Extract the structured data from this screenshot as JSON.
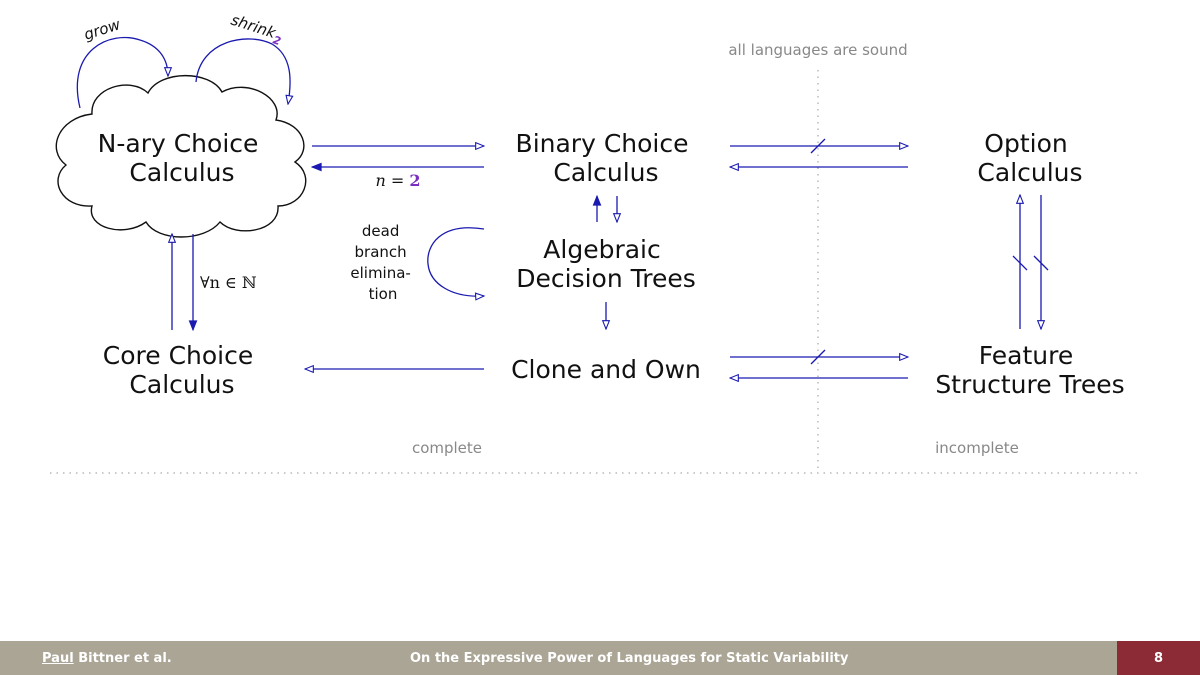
{
  "nodes": {
    "nary": [
      "N-ary Choice",
      "Calculus"
    ],
    "binary": [
      "Binary Choice",
      "Calculus"
    ],
    "option": [
      "Option",
      "Calculus"
    ],
    "adt": [
      "Algebraic",
      "Decision Trees"
    ],
    "core": [
      "Core Choice",
      "Calculus"
    ],
    "clone": "Clone and Own",
    "fst": [
      "Feature",
      "Structure Trees"
    ]
  },
  "loops": {
    "grow": "grow",
    "shrink": "shrink",
    "shrink_sub": "2"
  },
  "edge_labels": {
    "n_eq_prefix": "n = ",
    "n_eq_value": "2",
    "forall": "∀n ∈ ℕ",
    "dead_branch": [
      "dead",
      "branch",
      "elimina-",
      "tion"
    ]
  },
  "regions": {
    "sound": "all languages are sound",
    "complete": "complete",
    "incomplete": "incomplete"
  },
  "footer": {
    "author_first": "Paul",
    "author_rest": " Bittner et al.",
    "title": "On the Expressive Power of Languages for Static Variability",
    "page": "8"
  },
  "colors": {
    "edge": "#1a1ab0",
    "highlight": "#7b2fbf",
    "footer_bg": "#aba595",
    "page_bg": "#8c2a35"
  }
}
